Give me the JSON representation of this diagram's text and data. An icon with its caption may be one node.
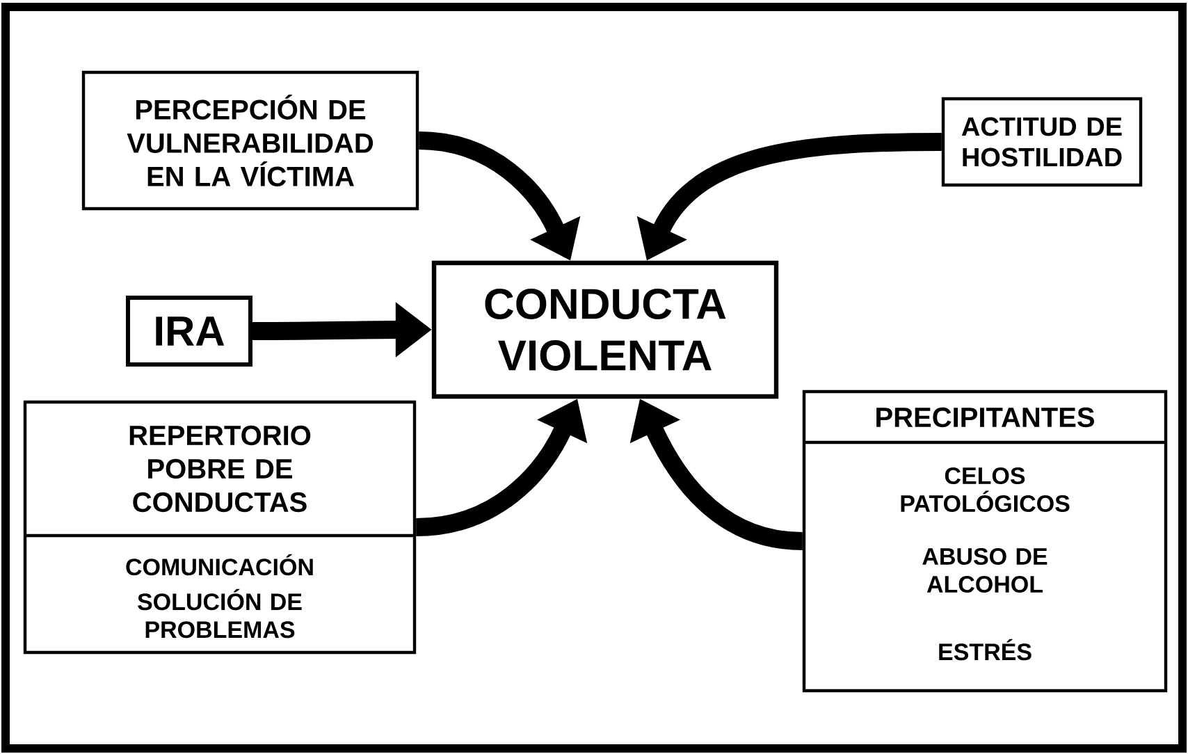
{
  "diagram": {
    "nodes": [
      {
        "text": [
          "PERCEPCIÓN DE VULNERABILIDAD EN LA VÍCTIMA"
        ]
      },
      {
        "text": [
          "ACTITUD DE HOSTILIDAD"
        ]
      },
      {
        "text": [
          "IRA"
        ]
      },
      {
        "text": [
          "CONDUCTA VIOLENTA"
        ]
      },
      {
        "text": [
          "REPERTORIO POBRE DE CONDUCTAS",
          "COMUNICACIÓN",
          "SOLUCIÓN DE PROBLEMAS"
        ]
      },
      {
        "text": [
          "PRECIPITANTES",
          "CELOS PATOLÓGICOS",
          "ABUSO DE ALCOHOL",
          "ESTRÉS"
        ]
      }
    ],
    "edges": [
      {
        "from": 0,
        "to": 3,
        "arrow": "to"
      },
      {
        "from": 1,
        "to": 3,
        "arrow": "to"
      },
      {
        "from": 2,
        "to": 3,
        "arrow": "to"
      },
      {
        "from": 4,
        "to": 3,
        "arrow": "to"
      },
      {
        "from": 5,
        "to": 3,
        "arrow": "to"
      }
    ]
  }
}
